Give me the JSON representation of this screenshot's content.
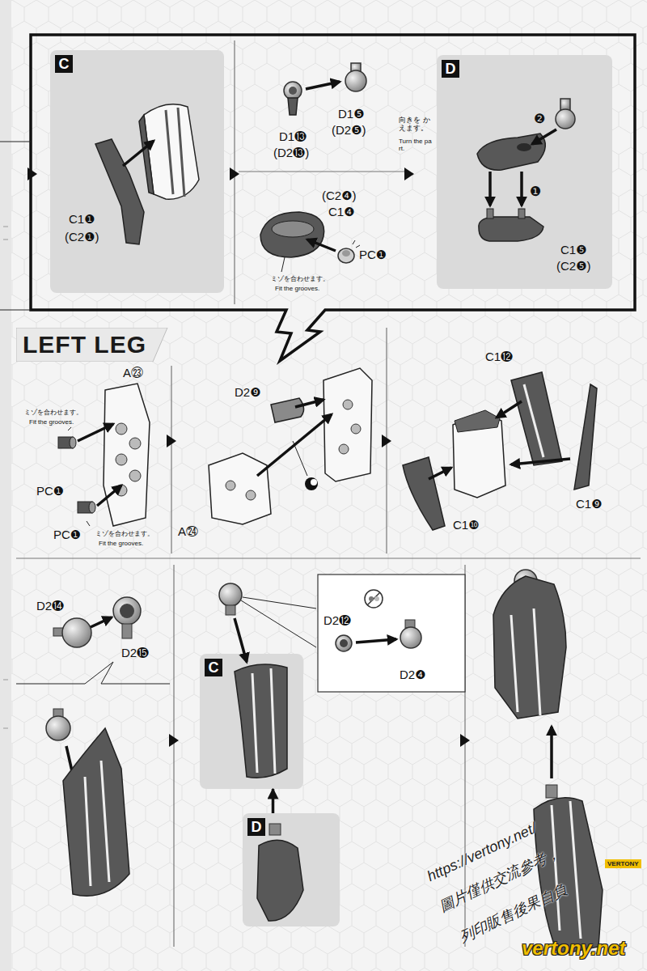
{
  "diagram": {
    "nodes": [
      {
        "text": [
          "C"
        ]
      },
      {
        "text": [
          "D"
        ]
      },
      {
        "text": [
          "LEFT LEG"
        ]
      },
      {
        "text": [
          "C"
        ]
      },
      {
        "text": [
          "D"
        ]
      }
    ],
    "edges": [
      {
        "from": 4,
        "to": 3,
        "arrow": "to"
      }
    ],
    "labels": [
      "C1❶",
      "(C2❶)",
      "D1⓭",
      "(D2⓭)",
      "D1❺",
      "(D2❺)",
      "(C2❹)",
      "C1❹",
      "PC❶",
      "ミゾを合わせます。",
      "Fit the grooves.",
      "向きを かえます。",
      "Turn the part.",
      "❷",
      "❶",
      "C1❺",
      "(C2❺)",
      "A㉓",
      "ミゾを合わせます。",
      "Fit the grooves.",
      "PC❶",
      "PC❶",
      "ミゾを合わせます。",
      "Fit the grooves.",
      "D2❾",
      "A㉔",
      "C1⓬",
      "C1❾",
      "C1❿",
      "D2⓮",
      "D2⓯",
      "D2⓬",
      "D2❹",
      "https://vertony.net/",
      "圖片僅供交流參考，",
      "列印販售後果自負",
      "vertony.net",
      "VERTONY"
    ]
  }
}
